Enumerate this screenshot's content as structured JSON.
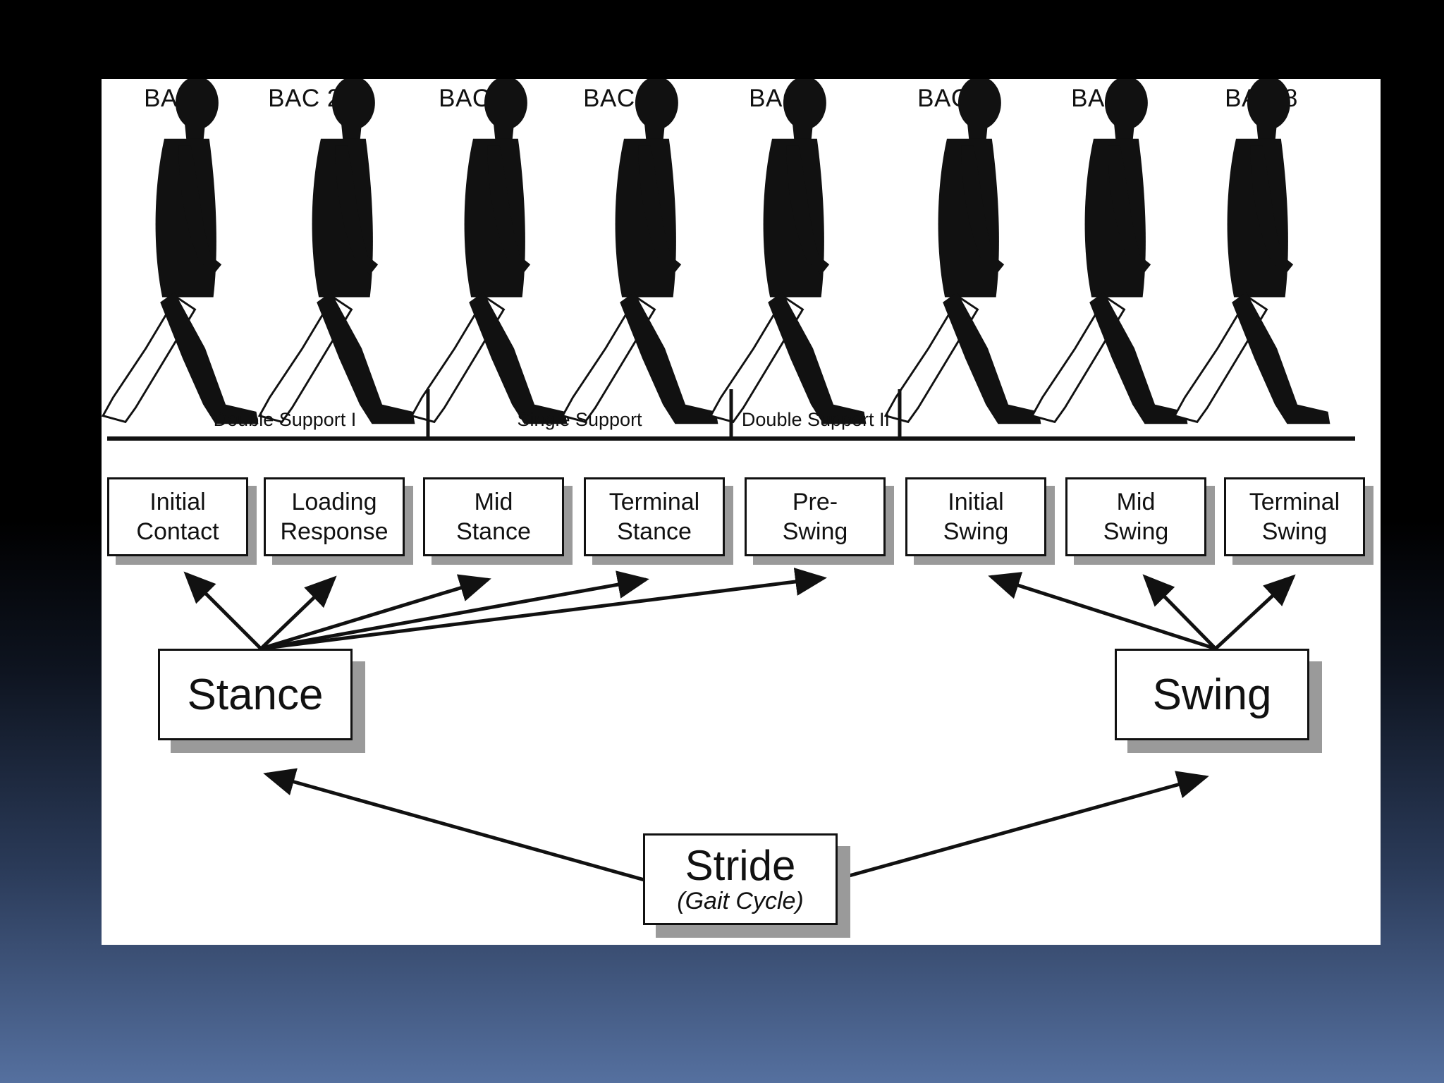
{
  "bac_labels": [
    "BAC 1",
    "BAC 2",
    "BAC 3",
    "BAC 4",
    "BAC 5",
    "BAC 6",
    "BAC 7",
    "BAC 8"
  ],
  "support_phases": [
    "Double Support I",
    "Single Support",
    "Double Support II"
  ],
  "sub_phases": [
    {
      "line1": "Initial",
      "line2": "Contact"
    },
    {
      "line1": "Loading",
      "line2": "Response"
    },
    {
      "line1": "Mid",
      "line2": "Stance"
    },
    {
      "line1": "Terminal",
      "line2": "Stance"
    },
    {
      "line1": "Pre-",
      "line2": "Swing"
    },
    {
      "line1": "Initial",
      "line2": "Swing"
    },
    {
      "line1": "Mid",
      "line2": "Swing"
    },
    {
      "line1": "Terminal",
      "line2": "Swing"
    }
  ],
  "phases": {
    "stance": "Stance",
    "swing": "Swing"
  },
  "stride": {
    "title": "Stride",
    "subtitle": "(Gait Cycle)"
  },
  "colors": {
    "panel": "#ffffff",
    "ink": "#111111",
    "shadow": "#9a9a9a"
  },
  "icons": [
    "walking-figure-icon"
  ]
}
